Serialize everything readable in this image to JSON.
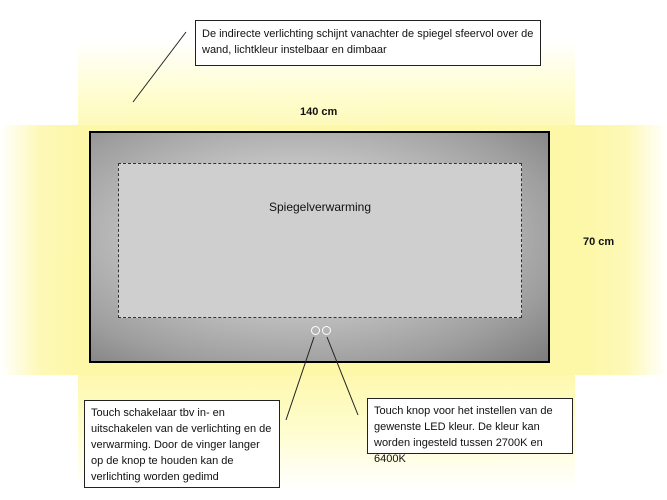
{
  "dimensions": {
    "width": "140 cm",
    "height": "70 cm"
  },
  "mirror": {
    "heating_label": "Spiegelverwarming"
  },
  "callouts": {
    "lighting": "De indirecte verlichting schijnt vanachter de spiegel sfeervol over de wand, lichtkleur instelbaar en dimbaar",
    "touch_switch": "Touch schakelaar tbv in- en uitschakelen van de verlichting en de verwarming. Door de vinger langer op de knop te houden kan de verlichting worden gedimd",
    "touch_color": "Touch knop voor het instellen van de gewenste LED kleur. De kleur kan worden ingesteld tussen 2700K en 6400K"
  },
  "colors": {
    "glow": "#fdf7a8",
    "frame": "#000000",
    "mirror_gray": "#c9c9c9"
  }
}
